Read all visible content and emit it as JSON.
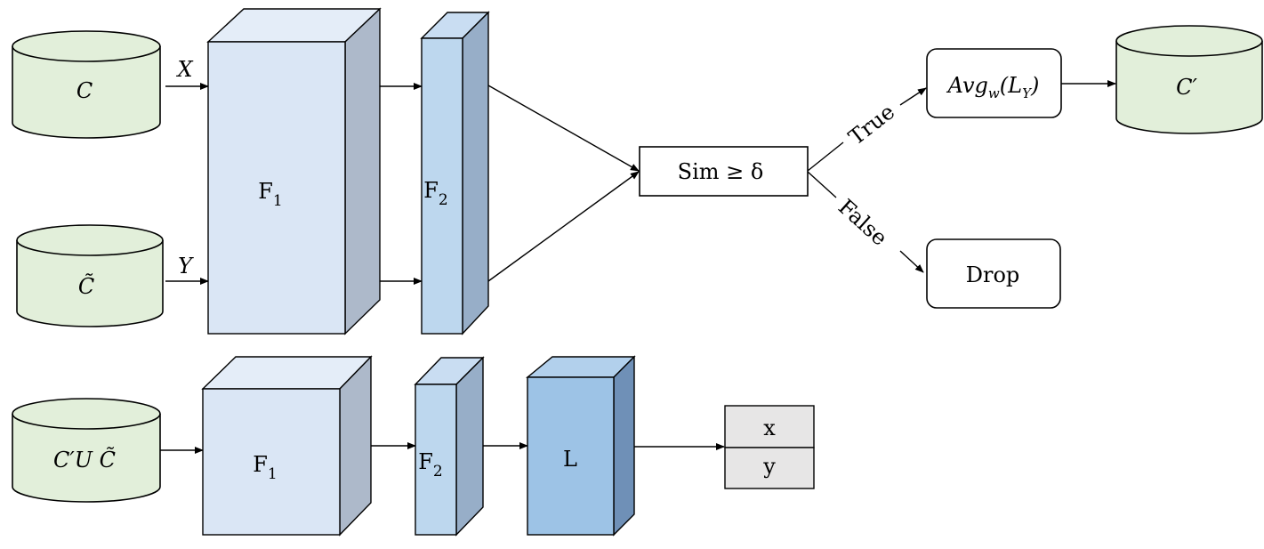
{
  "top": {
    "db_c": "C",
    "db_ctilde": "C̃",
    "arrow_x": "X",
    "arrow_y": "Y",
    "f1_base": "F",
    "f1_sub": "1",
    "f2_base": "F",
    "f2_sub": "2",
    "sim_label": "Sim ≥ δ",
    "true_label": "True",
    "false_label": "False",
    "avg_label": "Avg",
    "avg_sub_w": "w",
    "avg_paren": "(L",
    "avg_sub_y": "Y",
    "avg_close": ")",
    "db_cprime": "C′",
    "drop_label": "Drop"
  },
  "bottom": {
    "db_union": "C′U C̃",
    "f1_base": "F",
    "f1_sub": "1",
    "f2_base": "F",
    "f2_sub": "2",
    "l_label": "L",
    "out_x": "x",
    "out_y": "y"
  },
  "colors": {
    "db_fill": "#e2efda",
    "f1_front": "#dae6f5",
    "f1_top": "#e4edf8",
    "f1_side": "#adb9ca",
    "f2_front": "#bdd7ee",
    "f2_top": "#c9ddf2",
    "f2_side": "#97aec8",
    "l_front": "#9dc3e6",
    "l_top": "#b2d0ec",
    "l_side": "#6f90b7",
    "out_fill": "#e7e6e6"
  }
}
